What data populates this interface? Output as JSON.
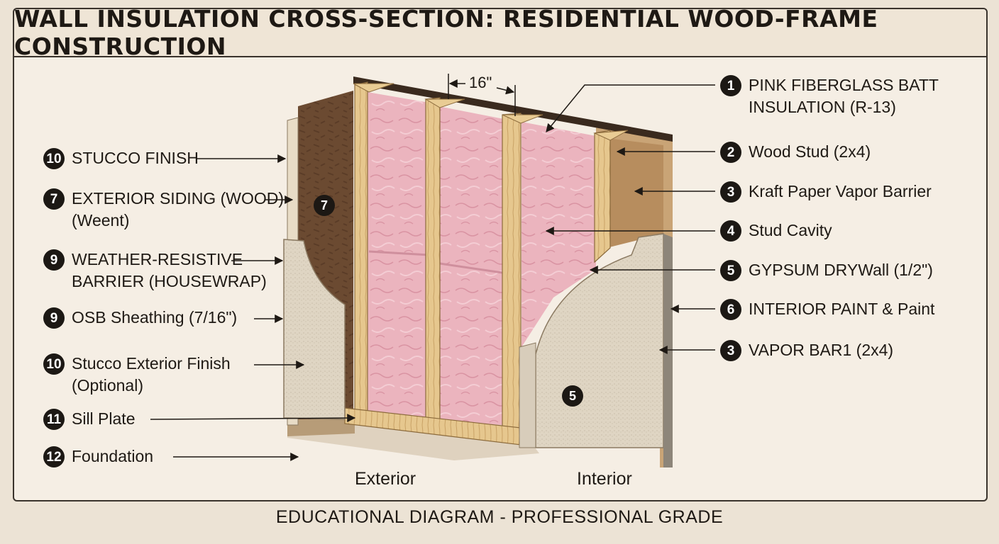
{
  "title": "WALL INSULATION CROSS-SECTION: RESIDENTIAL WOOD-FRAME CONSTRUCTION",
  "footer": "EDUCATIONAL DIAGRAM - PROFESSIONAL GRADE",
  "dimension": "16\"",
  "side_labels": {
    "exterior": "Exterior",
    "interior": "Interior"
  },
  "badges": {
    "siding": "7",
    "drywall": "5"
  },
  "left_labels": [
    {
      "num": "10",
      "text": "STUCCO FINISH"
    },
    {
      "num": "7",
      "text": "EXTERIOR SIDING (WOOD)\n(Weent)"
    },
    {
      "num": "9",
      "text": "WEATHER-RESISTIVE\nBARRIER (HOUSEWRAP)"
    },
    {
      "num": "9",
      "text": "OSB Sheathing (7/16\")"
    },
    {
      "num": "10",
      "text": "Stucco Exterior Finish\n(Optional)"
    },
    {
      "num": "11",
      "text": "Sill Plate"
    },
    {
      "num": "12",
      "text": "Foundation"
    }
  ],
  "right_labels": [
    {
      "num": "1",
      "text": "PINK FIBERGLASS BATT\nINSULATION (R-13)"
    },
    {
      "num": "2",
      "text": "Wood Stud (2x4)"
    },
    {
      "num": "3",
      "text": "Kraft Paper Vapor Barrier"
    },
    {
      "num": "4",
      "text": "Stud Cavity"
    },
    {
      "num": "5",
      "text": "GYPSUM DRYWall (1/2\")"
    },
    {
      "num": "6",
      "text": "INTERIOR PAINT & Paint"
    },
    {
      "num": "3",
      "text": "VAPOR BAR1 (2x4)"
    }
  ],
  "colors": {
    "insulation": "#eab3bd",
    "stud": "#e4c48a",
    "osb": "#6a4a32",
    "drywall": "#e6dccb",
    "background": "#f5eee4"
  }
}
